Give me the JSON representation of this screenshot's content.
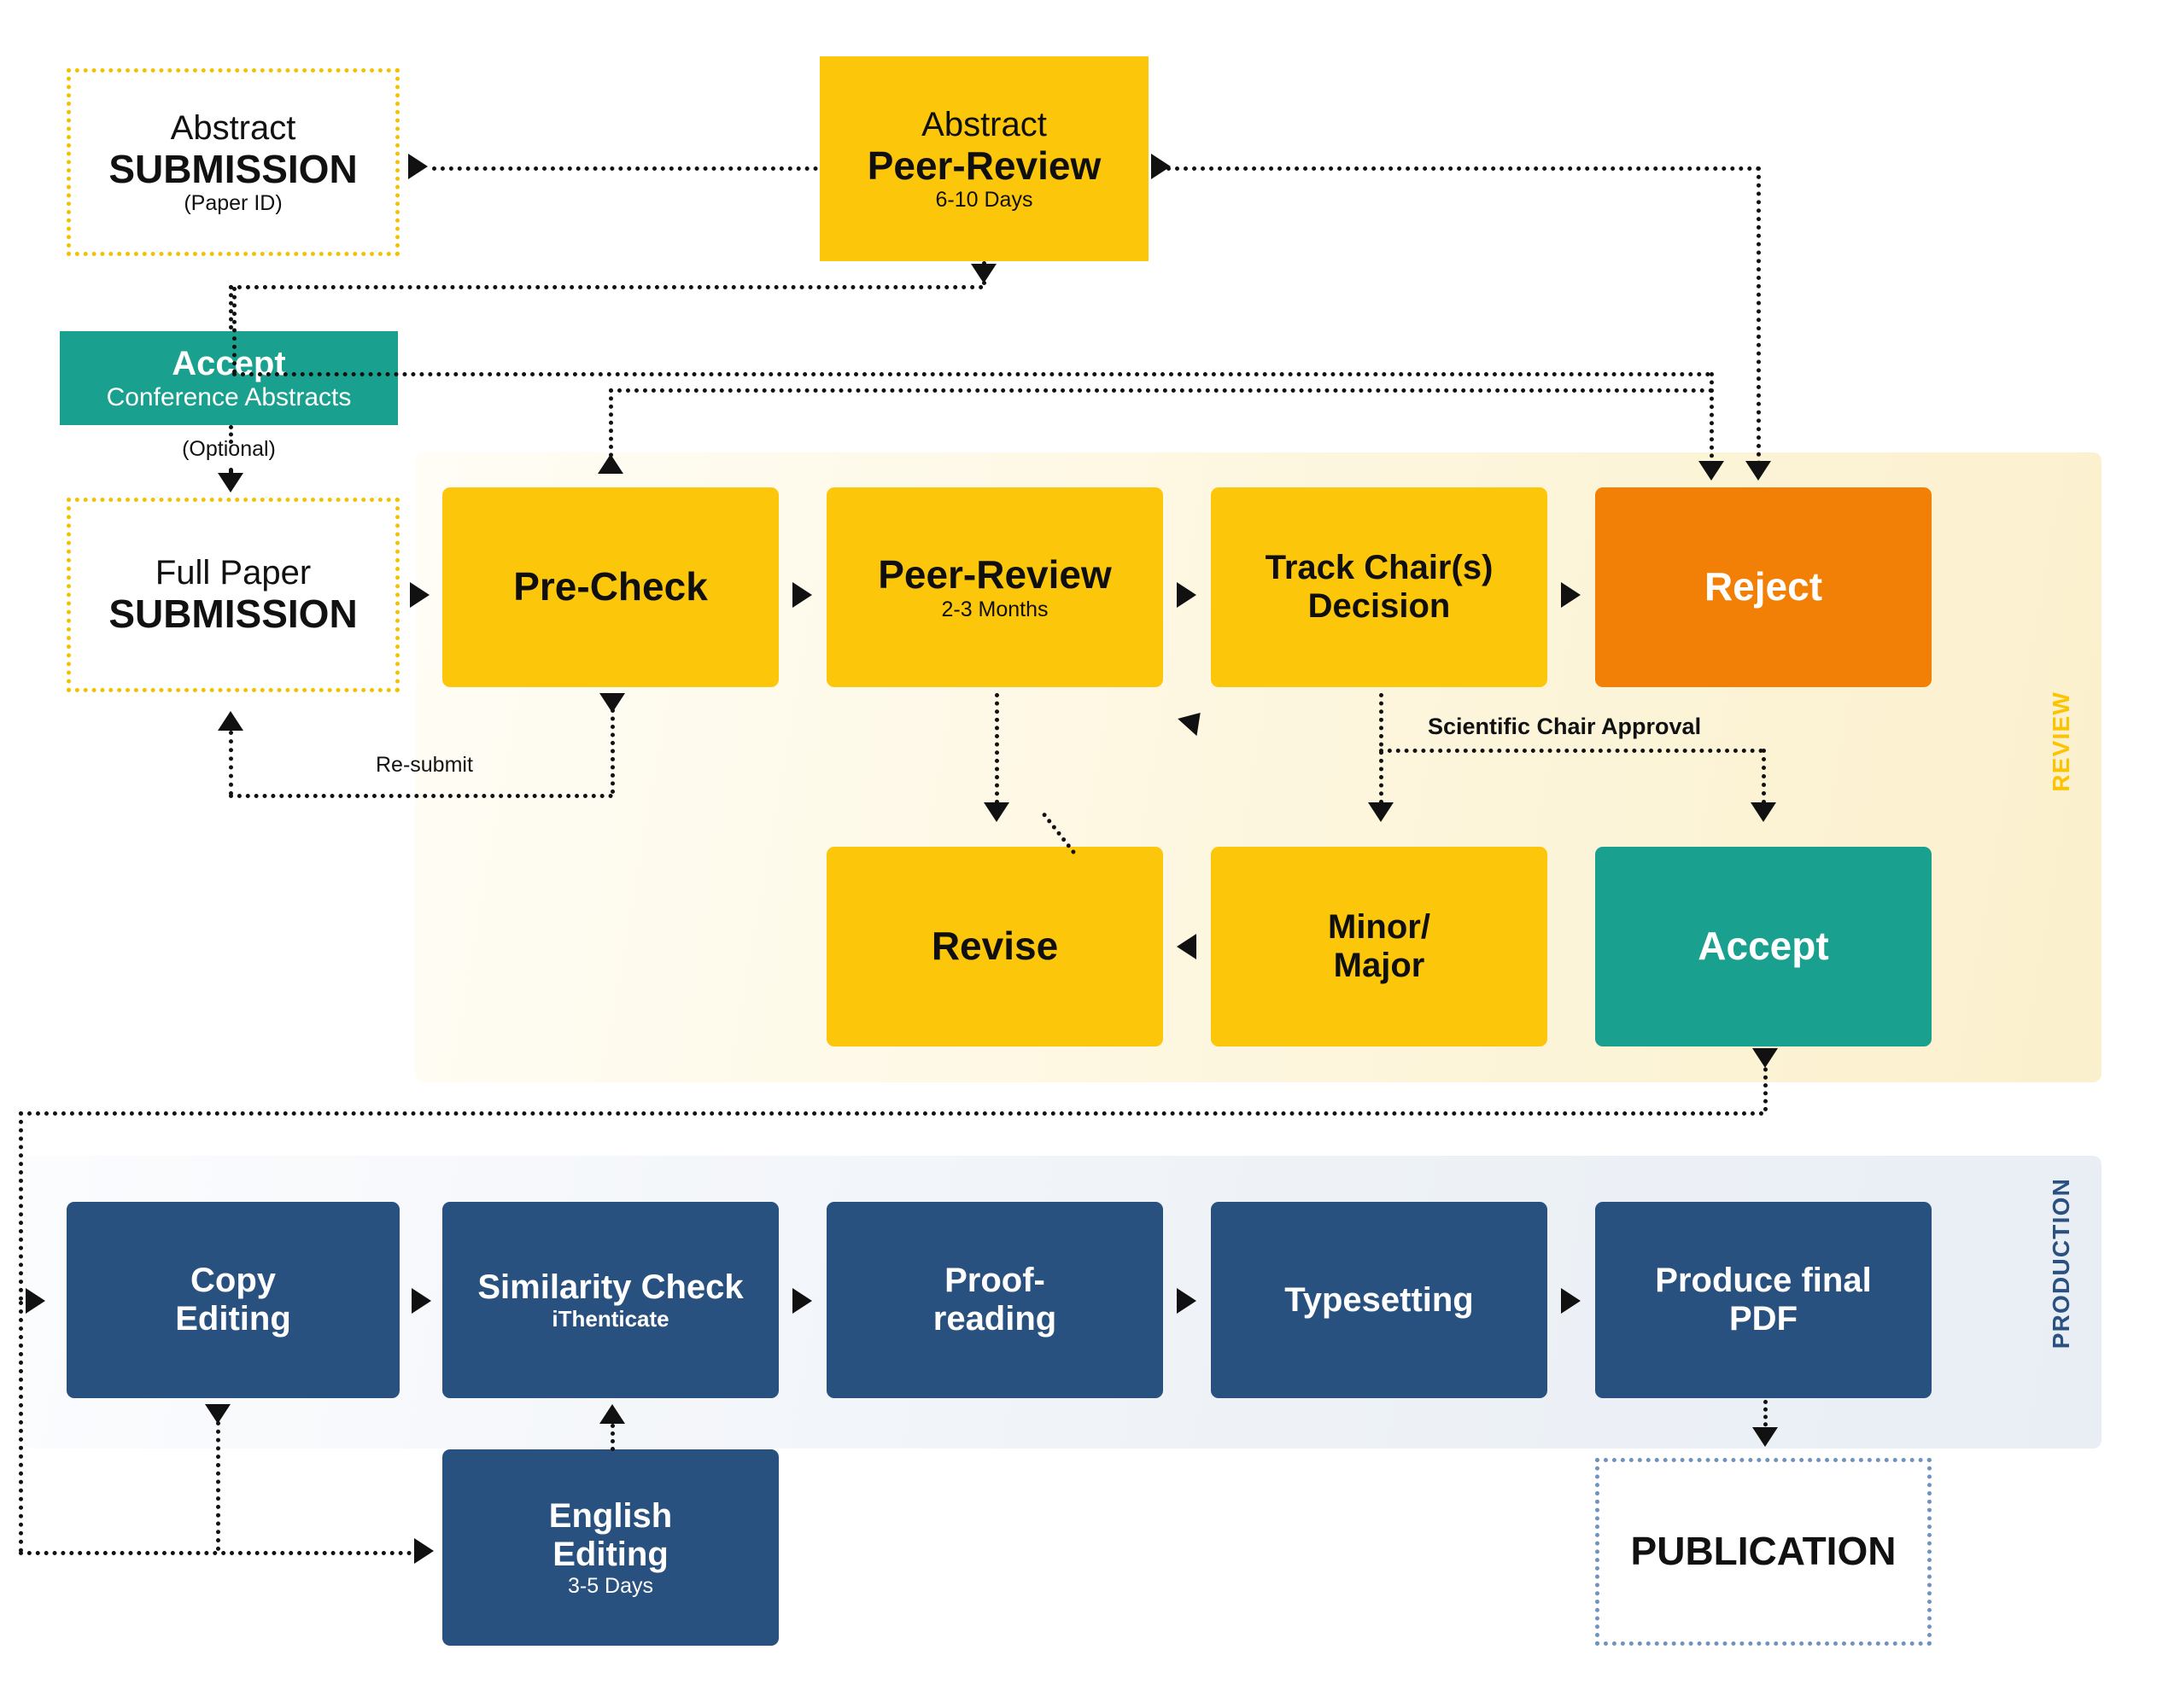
{
  "diagram": {
    "title": "Conference paper submission, review and production workflow"
  },
  "bands": [
    {
      "id": "review",
      "label": "REVIEW",
      "color": "#fcc400"
    },
    {
      "id": "production",
      "label": "PRODUCTION",
      "color": "#2b5180"
    }
  ],
  "nodes": {
    "abstract_submission": {
      "line1": "Abstract",
      "line2": "SUBMISSION",
      "sub": "(Paper ID)",
      "style": "dotted-yellow"
    },
    "abstract_peer_review": {
      "line1": "Abstract",
      "line2": "Peer-Review",
      "sub": "6-10 Days",
      "style": "yellow"
    },
    "accept_conference": {
      "line1": "Accept",
      "line2": "Conference Abstracts",
      "style": "teal"
    },
    "optional_note": {
      "text": "(Optional)"
    },
    "full_paper_submission": {
      "line1": "Full Paper",
      "line2": "SUBMISSION",
      "style": "dotted-yellow"
    },
    "pre_check": {
      "line1": "Pre-Check",
      "style": "yellow"
    },
    "peer_review": {
      "line1": "Peer-Review",
      "sub": "2-3 Months",
      "style": "yellow"
    },
    "track_chair_decision": {
      "line1": "Track Chair(s)",
      "line2": "Decision",
      "style": "yellow"
    },
    "reject": {
      "line1": "Reject",
      "style": "orange"
    },
    "revise": {
      "line1": "Revise",
      "style": "yellow"
    },
    "minor_major": {
      "line1": "Minor/",
      "line2": "Major",
      "style": "yellow"
    },
    "accept_final": {
      "line1": "Accept",
      "style": "teal"
    },
    "copy_editing": {
      "line1": "Copy",
      "line2": "Editing",
      "style": "blue"
    },
    "similarity_check": {
      "line1": "Similarity Check",
      "sub": "iThenticate",
      "style": "blue"
    },
    "english_editing": {
      "line1": "English",
      "line2": "Editing",
      "sub": "3-5 Days",
      "style": "blue"
    },
    "proofreading": {
      "line1": "Proof-",
      "line2": "reading",
      "style": "blue"
    },
    "typesetting": {
      "line1": "Typesetting",
      "style": "blue"
    },
    "produce_final_pdf": {
      "line1": "Produce final",
      "line2": "PDF",
      "style": "blue"
    },
    "publication": {
      "line1": "PUBLICATION",
      "style": "dotted-blue"
    }
  },
  "edge_labels": {
    "resubmit": "Re-submit",
    "scientific_chair_approval": "Scientific Chair Approval"
  },
  "colors": {
    "yellow": "#fcc60a",
    "orange": "#f28007",
    "teal": "#1aa08e",
    "blue": "#28517f",
    "dotted_yellow": "#f2c200",
    "dotted_blue": "#6e93c0",
    "review_band": "#fbf0cd",
    "production_band": "#e9eef5",
    "connector": "#111111"
  }
}
